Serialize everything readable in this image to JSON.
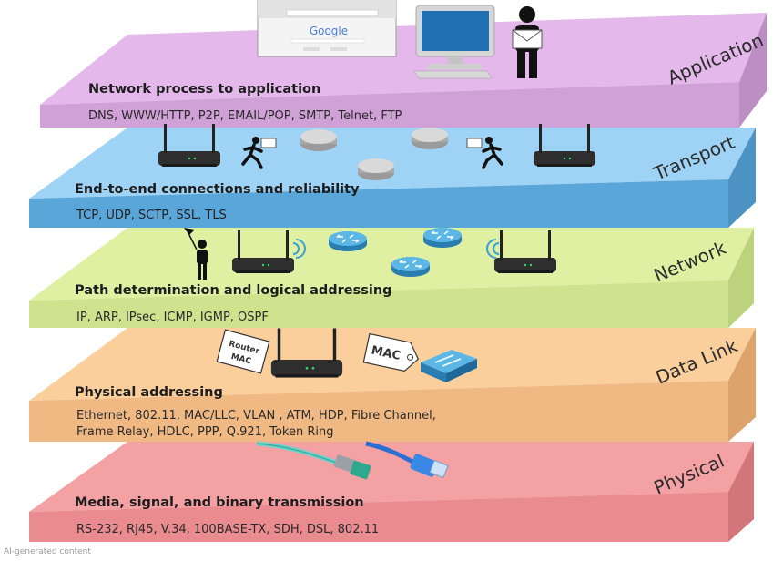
{
  "layers": [
    {
      "name": "Application",
      "title": "Network process to application",
      "protocols": [
        "DNS, WWW/HTTP, P2P, EMAIL/POP, SMTP, Telnet, FTP"
      ],
      "top_color": "#e5b8ec",
      "front_color": "#cfa1d6",
      "side_color": "#bd8ec4"
    },
    {
      "name": "Transport",
      "title": "End-to-end connections and reliability",
      "protocols": [
        "TCP, UDP, SCTP, SSL, TLS"
      ],
      "top_color": "#9fd3f5",
      "front_color": "#5ba6d9",
      "side_color": "#4d93c4"
    },
    {
      "name": "Network",
      "title": "Path determination and logical addressing",
      "protocols": [
        "IP, ARP, IPsec, ICMP, IGMP, OSPF"
      ],
      "top_color": "#dff0a2",
      "front_color": "#cfe38f",
      "side_color": "#bcd27c"
    },
    {
      "name": "Data Link",
      "title": "Physical addressing",
      "protocols": [
        "Ethernet, 802.11, MAC/LLC, VLAN , ATM, HDP, Fibre Channel,",
        "Frame Relay, HDLC,  PPP, Q.921, Token Ring"
      ],
      "top_color": "#fbcf9c",
      "front_color": "#f0b983",
      "side_color": "#dca36c"
    },
    {
      "name": "Physical",
      "title": "Media, signal, and binary transmission",
      "protocols": [
        "RS-232, RJ45, V.34, 100BASE-TX, SDH, DSL, 802.11"
      ],
      "top_color": "#f4a1a4",
      "front_color": "#e98b8f",
      "side_color": "#d3767a"
    }
  ],
  "browser": {
    "logo": "Google"
  },
  "tags": {
    "router_mac": [
      "Router",
      "MAC"
    ],
    "mac": "MAC"
  },
  "icons": [
    "computer-monitor-icon",
    "person-envelope-icon",
    "wifi-router-icon",
    "running-messenger-icon",
    "router-cylinder-icon",
    "person-flag-icon",
    "wifi-signal-icon",
    "network-switch-icon",
    "fiber-cable-icon",
    "ethernet-cable-icon"
  ],
  "footer_note": "AI-generated content"
}
